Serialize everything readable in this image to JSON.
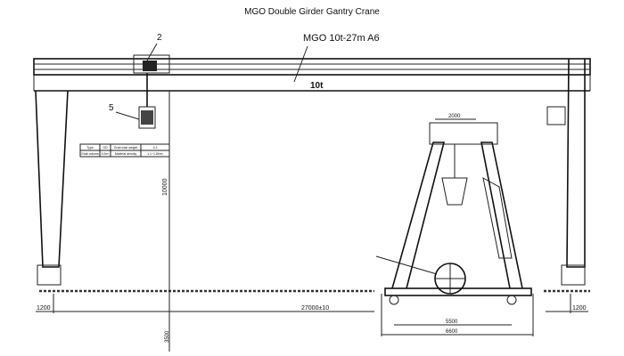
{
  "title": "MGO Double Girder Gantry Crane",
  "model": "MGO 10t-27m A6",
  "capacity": "10t",
  "callouts": [
    "2",
    "5"
  ],
  "dimensions": {
    "height": "10000",
    "span": "27000±10",
    "left_cantilever": "1200",
    "right_cantilever": "1200",
    "below_rail": "3500",
    "trolley_gauge": "2000",
    "wheel_base": "5500",
    "base_length": "6600"
  },
  "spec_table": [
    [
      "Type",
      "GD",
      "Grab total weight",
      "4.3"
    ],
    [
      "Grab volume",
      "3.0m³",
      "Material density",
      "1.1~1.8t/m³"
    ]
  ]
}
